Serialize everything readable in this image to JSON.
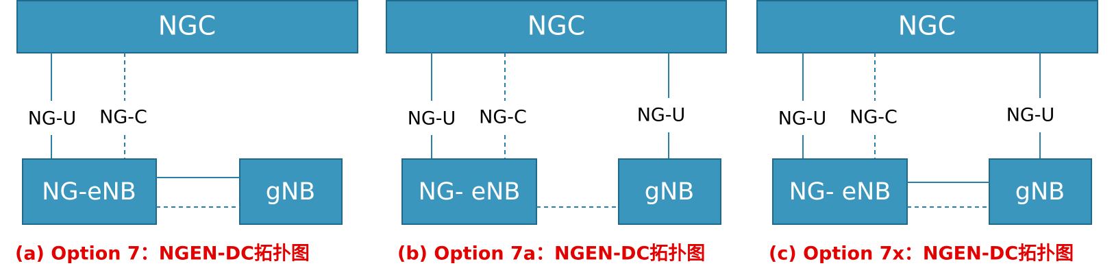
{
  "colors": {
    "box_fill": "#3a96bd",
    "box_stroke": "#1f6a8c",
    "box_text": "#ffffff",
    "line": "#2a7fa6",
    "caption": "#e30000",
    "interface_text": "#000000"
  },
  "panels": [
    {
      "core_label": "NGC",
      "ng_enb_label": "NG-eNB",
      "gnb_label": "gNB",
      "interfaces": [
        {
          "label": "NG-U",
          "style": "solid",
          "from": "ng-enb"
        },
        {
          "label": "NG-C",
          "style": "dashed",
          "from": "ng-enb"
        }
      ],
      "xn_links": [
        "solid",
        "dashed"
      ],
      "caption": "(a) Option 7：NGEN-DC拓扑图"
    },
    {
      "core_label": "NGC",
      "ng_enb_label": "NG- eNB",
      "gnb_label": "gNB",
      "interfaces": [
        {
          "label": "NG-U",
          "style": "solid",
          "from": "ng-enb"
        },
        {
          "label": "NG-C",
          "style": "dashed",
          "from": "ng-enb"
        },
        {
          "label": "NG-U",
          "style": "solid",
          "from": "gnb"
        }
      ],
      "xn_links": [
        "dashed"
      ],
      "caption": "(b) Option 7a：NGEN-DC拓扑图"
    },
    {
      "core_label": "NGC",
      "ng_enb_label": "NG- eNB",
      "gnb_label": "gNB",
      "interfaces": [
        {
          "label": "NG-U",
          "style": "solid",
          "from": "ng-enb"
        },
        {
          "label": "NG-C",
          "style": "dashed",
          "from": "ng-enb"
        },
        {
          "label": "NG-U",
          "style": "solid",
          "from": "gnb"
        }
      ],
      "xn_links": [
        "solid",
        "dashed"
      ],
      "caption": "(c) Option 7x：NGEN-DC拓扑图"
    }
  ]
}
